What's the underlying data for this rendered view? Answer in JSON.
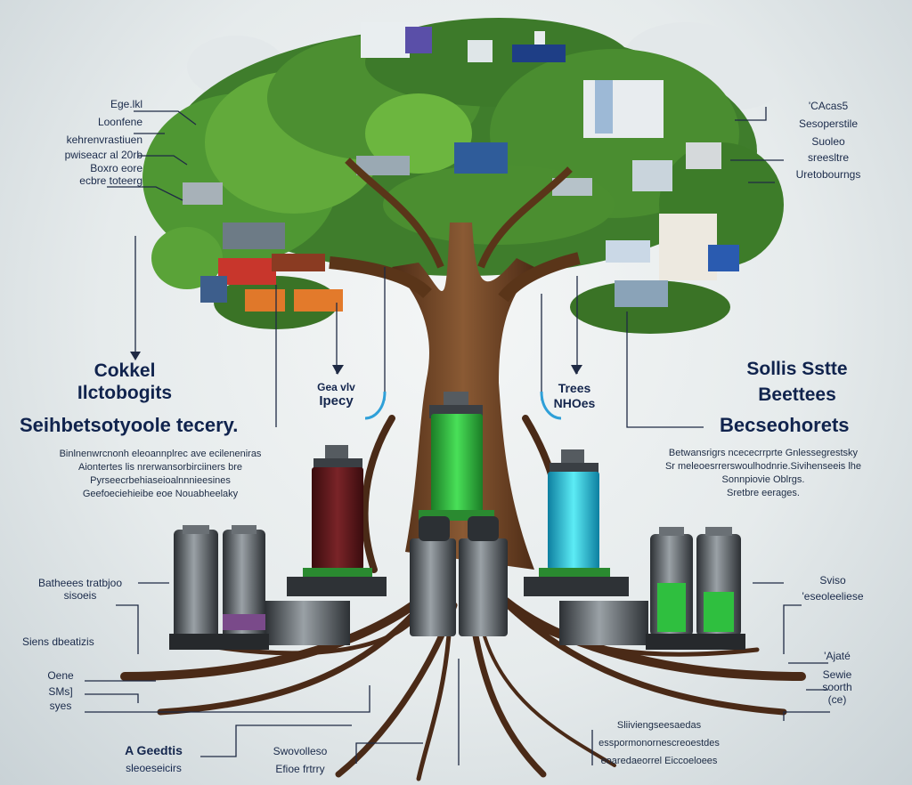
{
  "labels": {
    "top_left": [
      "Ege.lkl",
      "Loonfene",
      "kehrenvrastiuen",
      "pwiseacr al 20rb",
      "Boxro eore",
      "ecbre toteerg"
    ],
    "top_right": [
      "'CAcas5",
      "Sesoperstile",
      "Suoleo",
      "sreesltre",
      "Uretobourngs"
    ],
    "left_heading": [
      "Cokkel",
      "Ilctobogits"
    ],
    "left_subheading": "Seihbetsotyoole tecery.",
    "left_paragraph": [
      "Binlnenwrcnonh eleoannplrec ave ecileneniras",
      "Aiontertes lis nrerwansorbirciiners bre",
      "Pyrseecrbehiaseioalnnnieesines",
      "Geefoeciehieibe eoe Nouabheelaky"
    ],
    "center_left_small": [
      "Gea vlv",
      "Ipecy"
    ],
    "center_right_small": [
      "Trees",
      "NHOes"
    ],
    "right_heading": [
      "Sollis Sstte",
      "Beettees"
    ],
    "right_subheading": "Becseohorets",
    "right_paragraph": [
      "Betwansrigrs ncececrrprte Gnlessegrestsky",
      "Sr meleoesrrerswoulhodnrie.Sivihenseeis lhe",
      "Sonnpiovie Oblrgs.",
      "Sretbre eerages."
    ],
    "bottom_left": {
      "battery_note": [
        "Batheees tratbjoo",
        "sisoeis"
      ],
      "stem_note": "Siens dbeatizis",
      "stack_note": [
        "Oene",
        "SMs]",
        "syes"
      ],
      "footer_a": [
        "A Geedtis",
        "sleoeseicirs"
      ],
      "footer_b": [
        "Swovolleso",
        "Efioe frtrry"
      ]
    },
    "bottom_right": {
      "battery_note": [
        "Sviso",
        "'eseoleeliese"
      ],
      "stack_note": [
        "'Ajaté",
        "Sewie",
        "soorth",
        "(ce)"
      ],
      "footer": [
        "Sliiviengseesaedas",
        "esspormonornescreoestdes",
        "eoaredaeorrel Eiccoeloees"
      ]
    }
  },
  "colors": {
    "leaf_dark": "#2f6e25",
    "leaf_light": "#6bb33a",
    "trunk": "#6b3f22",
    "root": "#4a2a17",
    "text": "#14264d",
    "battery_red": "#5a1518",
    "battery_green": "#2fbf3f",
    "battery_cyan": "#2ad4e6",
    "battery_gray": "#5a6066"
  },
  "icons": [
    "tree-icon",
    "battery-icon",
    "arrow-down-icon"
  ]
}
